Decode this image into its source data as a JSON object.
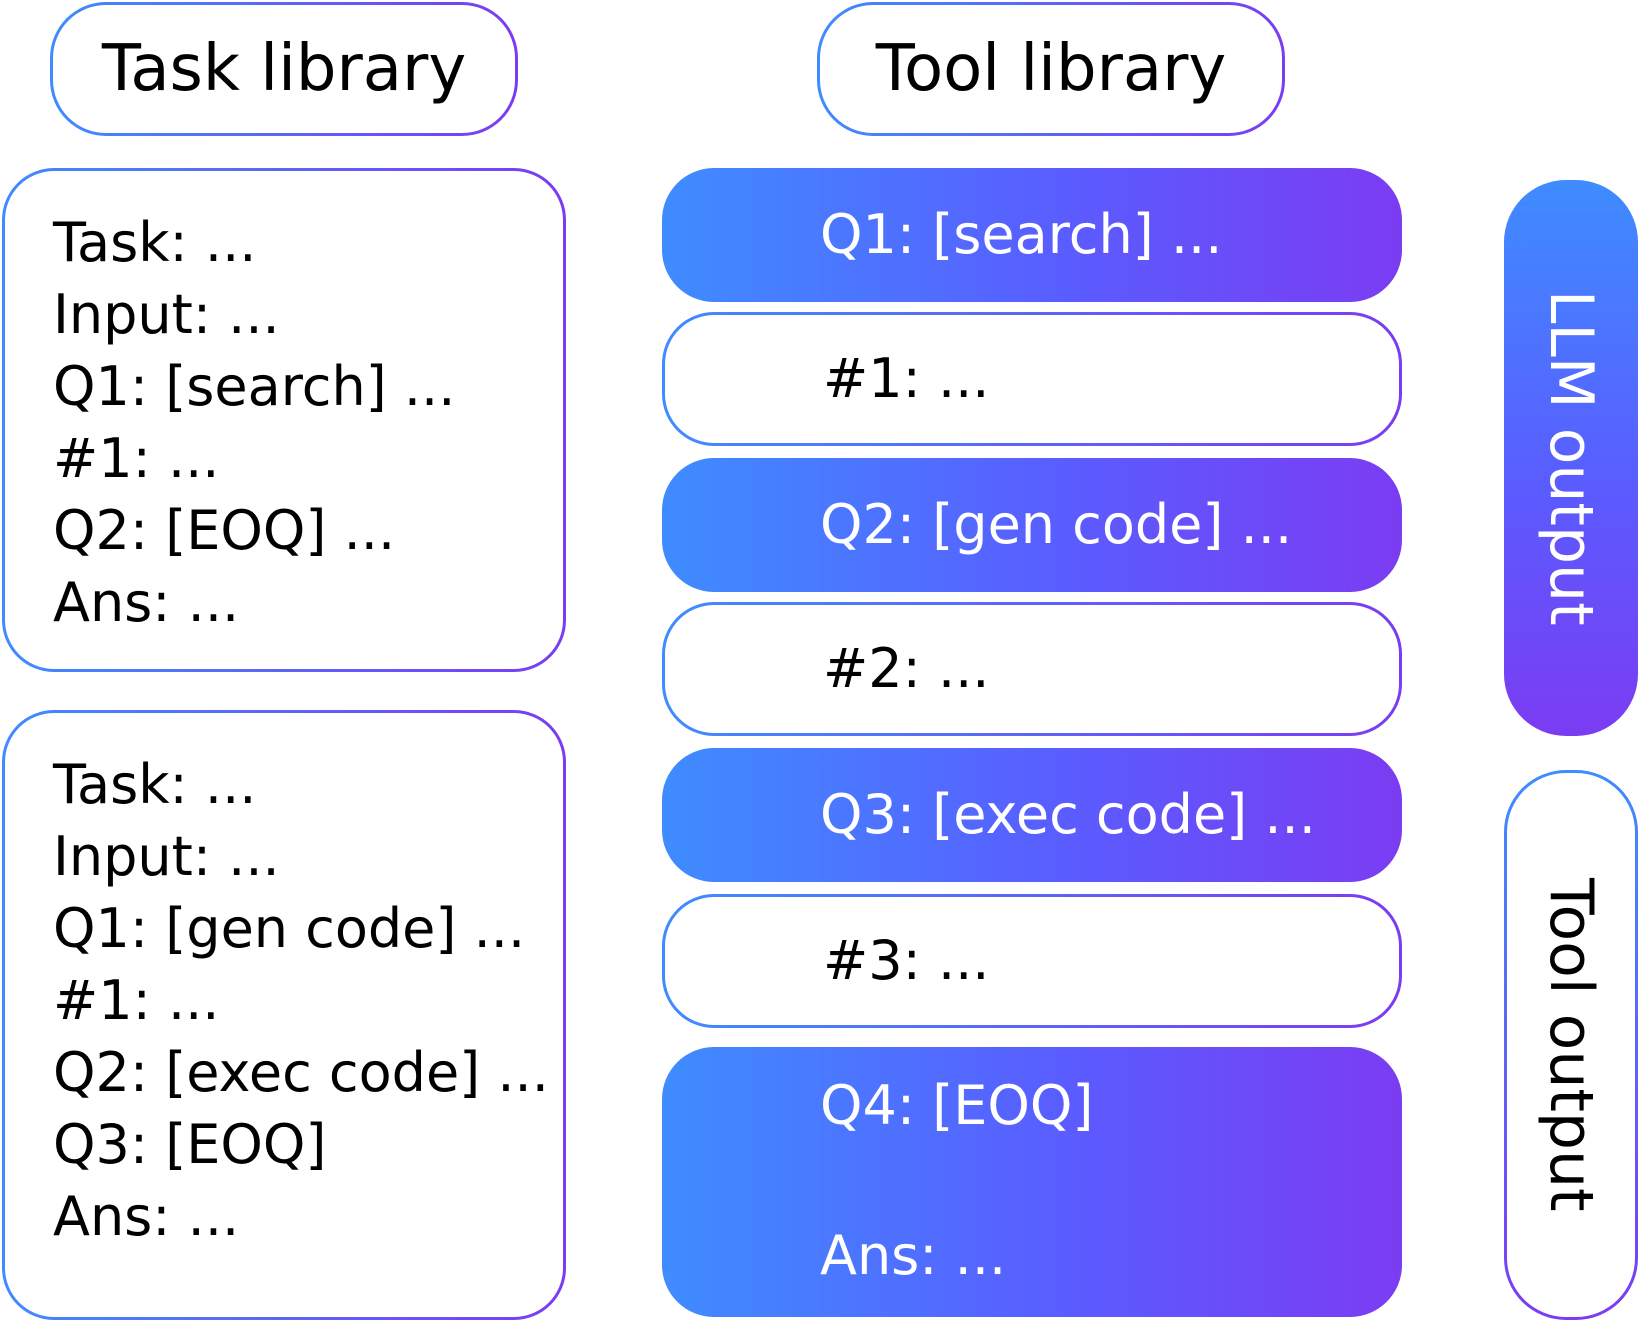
{
  "headers": {
    "task_library": "Task library",
    "tool_library": "Tool library"
  },
  "task_examples": [
    {
      "lines": [
        "Task: ...",
        "Input: ...",
        "Q1: [search] ...",
        "#1: ...",
        "Q2: [EOQ] ...",
        "Ans: ..."
      ]
    },
    {
      "lines": [
        "Task: ...",
        "Input: ...",
        "Q1: [gen code] ...",
        "#1: ...",
        "Q2: [exec code] ...",
        "Q3: [EOQ]",
        "Ans: ..."
      ]
    }
  ],
  "program_steps": [
    {
      "kind": "llm",
      "text": "Q1: [search] ..."
    },
    {
      "kind": "tool",
      "text": "#1: ..."
    },
    {
      "kind": "llm",
      "text": "Q2: [gen code] ..."
    },
    {
      "kind": "tool",
      "text": "#2: ..."
    },
    {
      "kind": "llm",
      "text": "Q3: [exec code] ..."
    },
    {
      "kind": "tool",
      "text": "#3: ..."
    },
    {
      "kind": "llm",
      "text": "Q4: [EOQ]",
      "answer": "Ans: ..."
    }
  ],
  "side_labels": {
    "llm_output": "LLM output",
    "tool_output": "Tool output"
  },
  "colors": {
    "gradient_start": "#3f8cff",
    "gradient_end": "#7b3cf2"
  }
}
